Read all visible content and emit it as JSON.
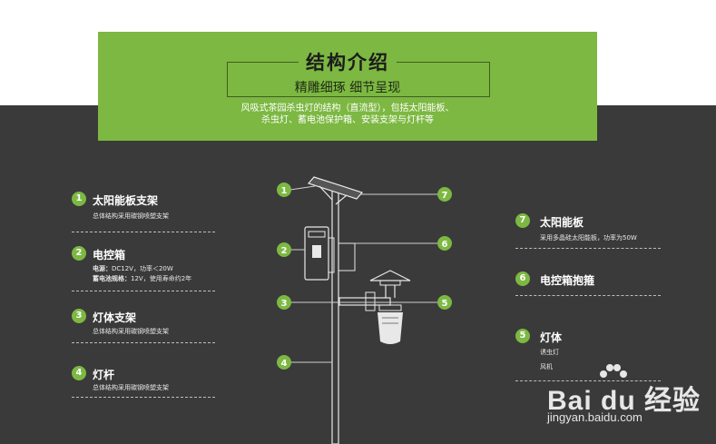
{
  "header": {
    "title": "结构介绍",
    "subtitle": "精雕细琢 细节呈现",
    "desc_line1": "风吸式茶园杀虫灯的结构（直流型），包括太阳能板、",
    "desc_line2": "杀虫灯、蓄电池保护箱、安装支架与灯杆等"
  },
  "left_items": [
    {
      "num": "1",
      "title": "太阳能板支架",
      "desc": "总体结构采用碳钢喷塑支架"
    },
    {
      "num": "2",
      "title": "电控箱",
      "desc1_key": "电源：",
      "desc1_val": "DC12V，功率＜20W",
      "desc2_key": "蓄电池规格：",
      "desc2_val": "12V，使用寿命约2年"
    },
    {
      "num": "3",
      "title": "灯体支架",
      "desc": "总体结构采用碳钢喷塑支架"
    },
    {
      "num": "4",
      "title": "灯杆",
      "desc": "总体结构采用碳钢喷塑支架"
    }
  ],
  "right_items": [
    {
      "num": "7",
      "title": "太阳能板",
      "desc": "采用多晶硅太阳能板，功率为50W"
    },
    {
      "num": "6",
      "title": "电控箱抱箍"
    },
    {
      "num": "5",
      "title": "灯体",
      "desc1": "诱虫灯",
      "desc2": "风机"
    }
  ],
  "diagram_callouts": [
    "1",
    "2",
    "3",
    "4",
    "5",
    "6",
    "7"
  ],
  "watermark": {
    "logo": "Bai du 经验",
    "url": "jingyan.baidu.com"
  },
  "colors": {
    "accent": "#7cb842",
    "dark": "#3a3a3a"
  }
}
